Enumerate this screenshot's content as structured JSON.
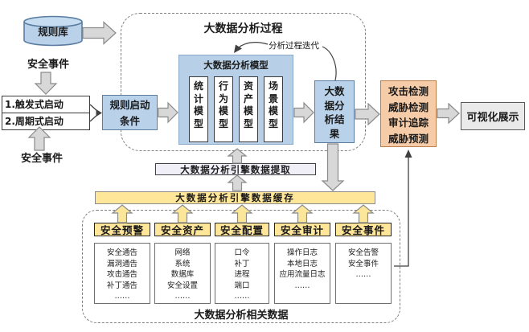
{
  "diagram": {
    "rule_library": "规则库",
    "security_event_top": "安全事件",
    "security_event_bottom": "安全事件",
    "trigger_rows": [
      "1.触发式启动",
      "2.周期式启动"
    ],
    "rule_condition": "规则启动\n条件",
    "process_title": "大数据分析过程",
    "iteration_label": "分析过程迭代",
    "model_box": {
      "title": "大数据分析模型",
      "models": [
        "统计模型",
        "行为模型",
        "资产模型",
        "场景模型"
      ]
    },
    "result_box": "大数据分析结果",
    "detection_box": {
      "lines": [
        "攻击检测",
        "威胁检测",
        "审计追踪",
        "威胁预测"
      ]
    },
    "visualization": "可视化展示",
    "extract_bar": "大数据分析引擎数据提取",
    "cache_bar": "大数据分析引擎数据缓存",
    "data_section": {
      "title": "大数据分析相关数据",
      "columns": [
        {
          "header": "安全预警",
          "items": [
            "安全通告",
            "漏洞通告",
            "攻击通告",
            "补丁通告",
            "……"
          ]
        },
        {
          "header": "安全资产",
          "items": [
            "网络",
            "系统",
            "数据库",
            "安全设置",
            "……"
          ]
        },
        {
          "header": "安全配置",
          "items": [
            "口令",
            "补丁",
            "进程",
            "端口",
            "……"
          ]
        },
        {
          "header": "安全审计",
          "items": [
            "操作日志",
            "本地日志",
            "应用流量日志",
            "……"
          ]
        },
        {
          "header": "安全事件",
          "items": [
            "安全告警",
            "安全事件",
            "……"
          ]
        }
      ]
    },
    "colors": {
      "node_blue": "#b9d2ea",
      "node_blue_border": "#5b7da0",
      "node_yellow": "#ffe699",
      "node_orange": "#f6cba8",
      "node_orange_border": "#b97c4b",
      "node_gray": "#eaeaea",
      "arrow_gray_fill": "#d8d8d8",
      "arrow_gray_stroke": "#8a8a8a",
      "dash_border": "#7f7f7f"
    }
  }
}
